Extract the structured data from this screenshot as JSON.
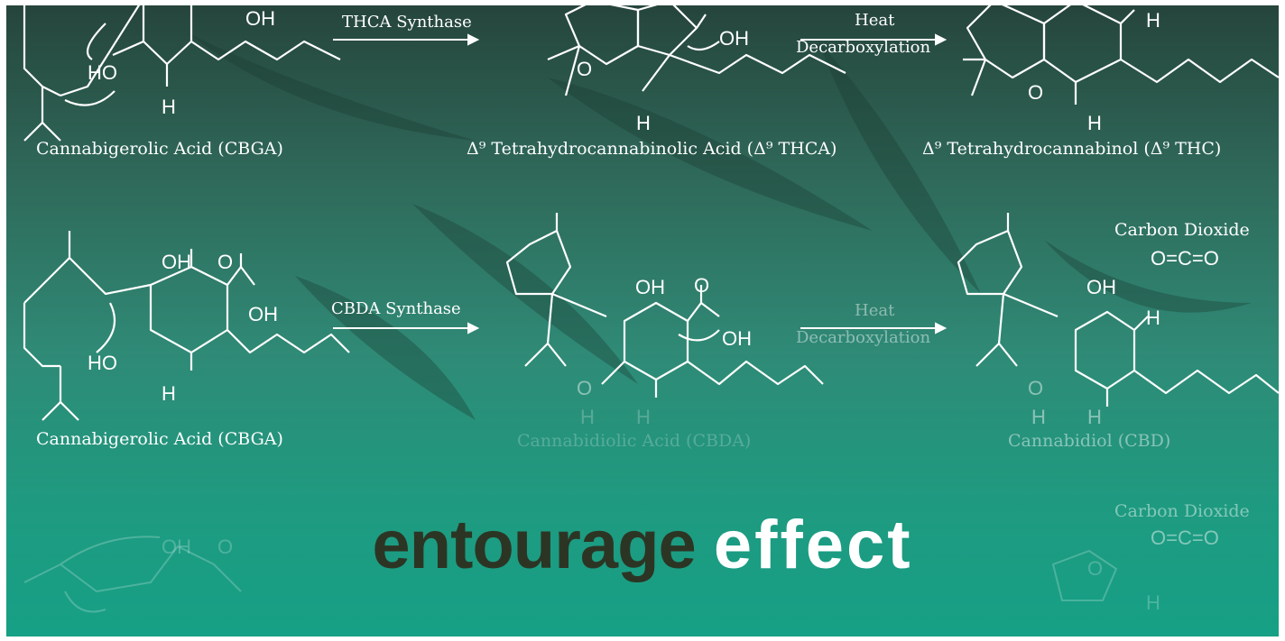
{
  "row1": {
    "cbga_label": "Cannabigerolic Acid (CBGA)",
    "enzyme": "THCA Synthase",
    "thca_label": "Δ⁹ Tetrahydrocannabinolic Acid (Δ⁹ THCA)",
    "heat": "Heat",
    "decarboxylation": "Decarboxylation",
    "thc_label": "Δ⁹ Tetrahydrocannabinol (Δ⁹ THC)"
  },
  "row2": {
    "cbga_label": "Cannabigerolic Acid (CBGA)",
    "enzyme": "CBDA Synthase",
    "cbda_label": "Cannabidiolic Acid (CBDA)",
    "heat": "Heat",
    "decarboxylation": "Decarboxylation",
    "cbd_label": "Cannabidiol (CBD)",
    "co2_label": "Carbon Dioxide",
    "co2_formula": "O=C=O"
  },
  "row3": {
    "co2_label": "Carbon Dioxide",
    "co2_formula": "O=C=O"
  },
  "atoms": {
    "oh": "OH",
    "ho": "HO",
    "h": "H",
    "o": "O"
  },
  "tagline": {
    "word1": "entourage",
    "word2": "effect"
  },
  "colors": {
    "tagline_dark": "#2c3524",
    "tagline_light": "#ffffff",
    "background_top": "#26453c",
    "background_bottom": "#16a085"
  }
}
